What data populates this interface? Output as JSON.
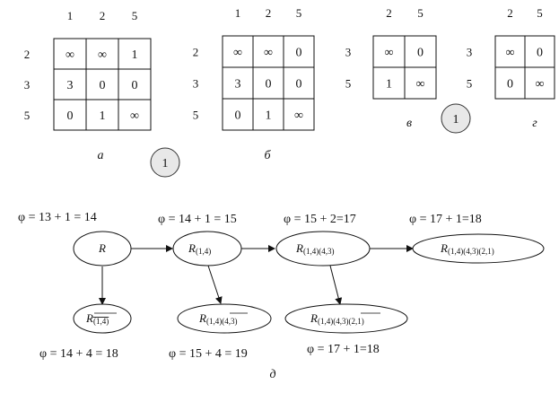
{
  "matrices": [
    {
      "id": "a",
      "caption": "а",
      "col_labels": [
        "1",
        "2",
        "5"
      ],
      "row_labels": [
        "2",
        "3",
        "5"
      ],
      "cells": [
        [
          "∞",
          "∞",
          "1"
        ],
        [
          "3",
          "0",
          "0"
        ],
        [
          "0",
          "1",
          "∞"
        ]
      ]
    },
    {
      "id": "b",
      "caption": "б",
      "col_labels": [
        "1",
        "2",
        "5"
      ],
      "row_labels": [
        "2",
        "3",
        "5"
      ],
      "cells": [
        [
          "∞",
          "∞",
          "0"
        ],
        [
          "3",
          "0",
          "0"
        ],
        [
          "0",
          "1",
          "∞"
        ]
      ]
    },
    {
      "id": "v",
      "caption": "в",
      "col_labels": [
        "2",
        "5"
      ],
      "row_labels": [
        "3",
        "5"
      ],
      "cells": [
        [
          "∞",
          "0"
        ],
        [
          "1",
          "∞"
        ]
      ]
    },
    {
      "id": "g",
      "caption": "г",
      "col_labels": [
        "2",
        "5"
      ],
      "row_labels": [
        "3",
        "5"
      ],
      "cells": [
        [
          "∞",
          "0"
        ],
        [
          "0",
          "∞"
        ]
      ]
    }
  ],
  "circle_markers": [
    "1",
    "1"
  ],
  "tree": {
    "caption": "д",
    "nodes": [
      {
        "id": "R",
        "label": "R",
        "sub": "",
        "overline": ""
      },
      {
        "id": "R14",
        "label": "R",
        "sub": "(1,4)",
        "overline": ""
      },
      {
        "id": "R1443",
        "label": "R",
        "sub": "(1,4)(4,3)",
        "overline": ""
      },
      {
        "id": "R144321",
        "label": "R",
        "sub": "(1,4)(4,3)(2,1)",
        "overline": ""
      },
      {
        "id": "R14bar",
        "label": "R",
        "sub": "",
        "overline": "(1,4)"
      },
      {
        "id": "R1443bar",
        "label": "R",
        "sub": "(1,4)",
        "overline": "(4,3)"
      },
      {
        "id": "R144321bar",
        "label": "R",
        "sub": "(1,4)(4,3)",
        "overline": "(2,1)"
      }
    ],
    "phi_labels": [
      "φ = 13 + 1 = 14",
      "φ = 14 + 1 = 15",
      "φ = 15 + 2=17",
      "φ = 17 + 1=18",
      "φ = 14 + 4 = 18",
      "φ = 15 + 4 = 19",
      "φ = 17 + 1=18"
    ]
  }
}
